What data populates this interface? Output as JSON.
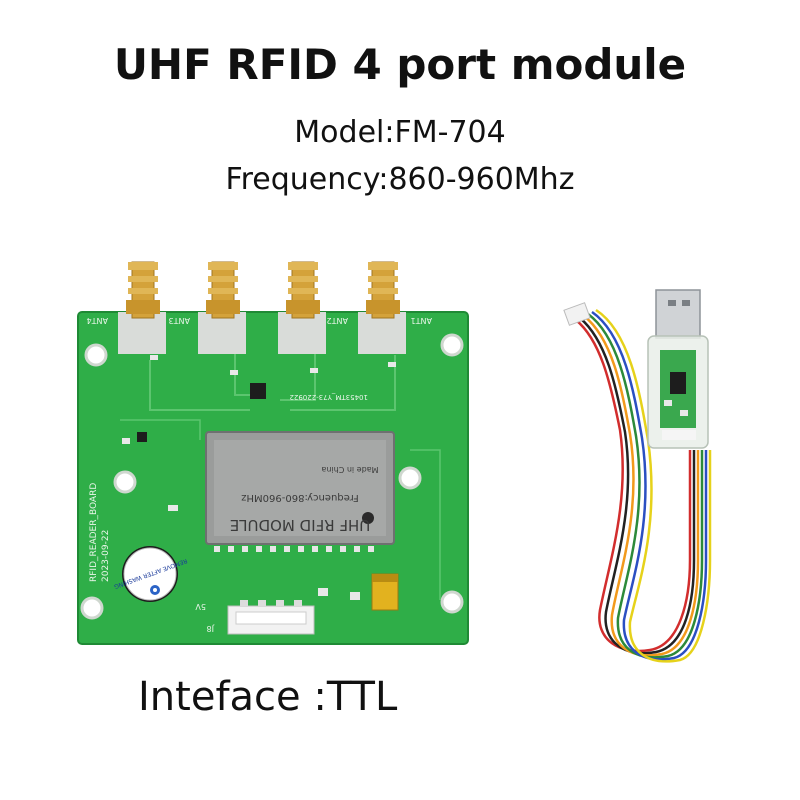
{
  "header": {
    "title": "UHF RFID 4 port module",
    "model": "Model:FM-704",
    "frequency": "Frequency:860-960Mhz"
  },
  "footer": {
    "interface": "Inteface :TTL"
  },
  "board": {
    "module_label": "UHF RFID MODULE",
    "module_freq": "Frequency:860-960MHz",
    "made_in": "Made in China",
    "silkscreen_name": "RFID_READER_BOARD",
    "silkscreen_date": "2023-09-22",
    "antenna_labels": [
      "ANT4",
      "ANT3",
      "ANT2",
      "ANT1"
    ],
    "buzzer_sticker": "REMOVE AFTER WASHING",
    "pcb_code": "10453TM_Y73-220922",
    "port_label": "5V",
    "connector_label": "J8"
  },
  "colors": {
    "pcb_green": "#2fae48",
    "shield_gray": "#9a9c9b",
    "gold": "#d4a23a"
  }
}
